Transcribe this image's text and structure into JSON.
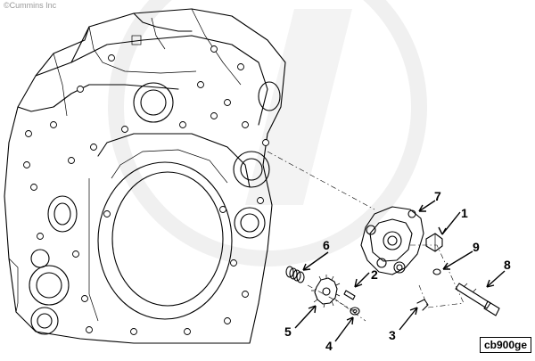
{
  "copyright": "©Cummins Inc",
  "drawing_code": "cb900ge",
  "callouts": [
    "1",
    "2",
    "3",
    "4",
    "5",
    "6",
    "7",
    "8",
    "9"
  ],
  "colors": {
    "line": "#000000",
    "watermark": "#e6e6e6",
    "background": "#ffffff"
  }
}
